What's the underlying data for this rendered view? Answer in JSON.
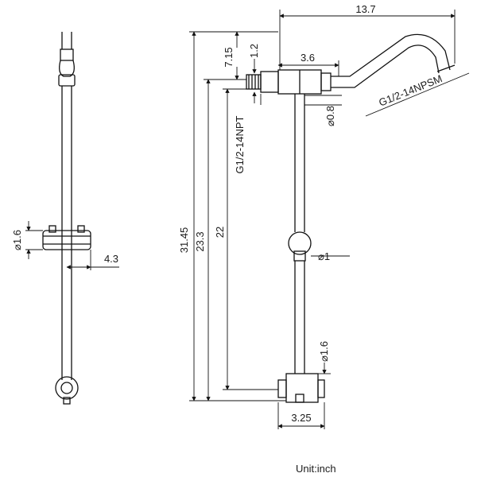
{
  "dimensions": {
    "width_total": "13.7",
    "offset_top": "7.15",
    "thread_len": "1.2",
    "center_span": "3.6",
    "outlet_thread": "G1/2-14NPSM",
    "inlet_thread": "G1/2-14NPT",
    "pipe_dia": "0.8",
    "slider_dia": "1.6",
    "slider_reach": "4.3",
    "height_total": "31.45",
    "height_mid": "23.3",
    "height_inner": "22",
    "knob_dia": "1",
    "base_dia": "1.6",
    "base_width": "3.25"
  },
  "diameter_symbol": "⌀",
  "unit_label": "Unit:inch"
}
